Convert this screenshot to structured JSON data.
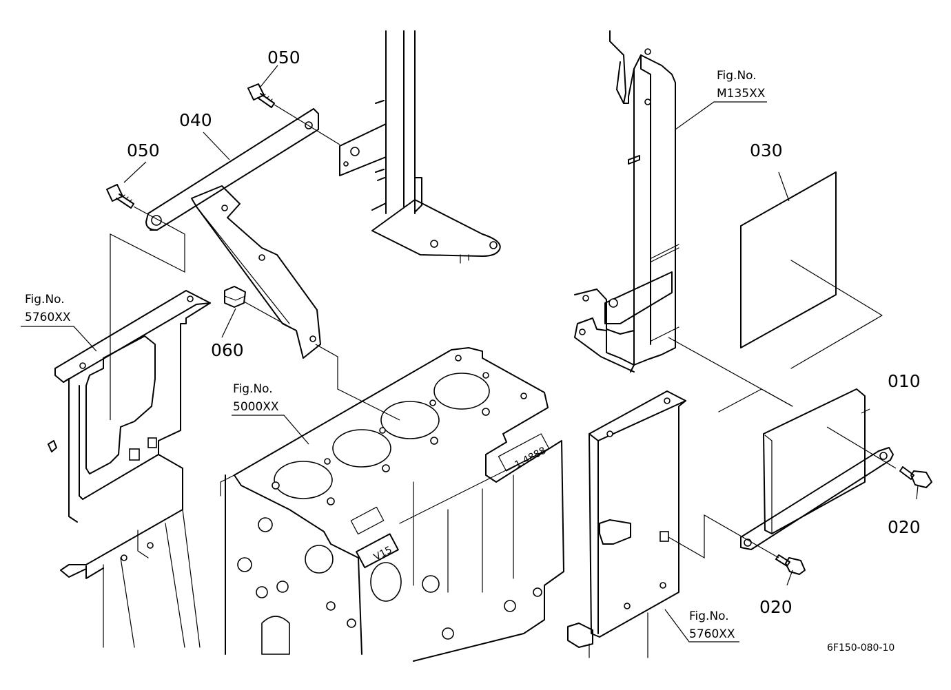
{
  "callouts": {
    "p010": "010",
    "p020a": "020",
    "p020b": "020",
    "p030": "030",
    "p040": "040",
    "p050a": "050",
    "p050b": "050",
    "p060": "060"
  },
  "figrefs": {
    "fig_prefix": "Fig.No.",
    "ref_5760_left": "5760XX",
    "ref_5000": "5000XX",
    "ref_m135": "M135XX",
    "ref_5760_right": "5760XX"
  },
  "engine_marks": {
    "model": "V15",
    "serial": "1.4888"
  },
  "drawing_code": "6F150-080-10"
}
